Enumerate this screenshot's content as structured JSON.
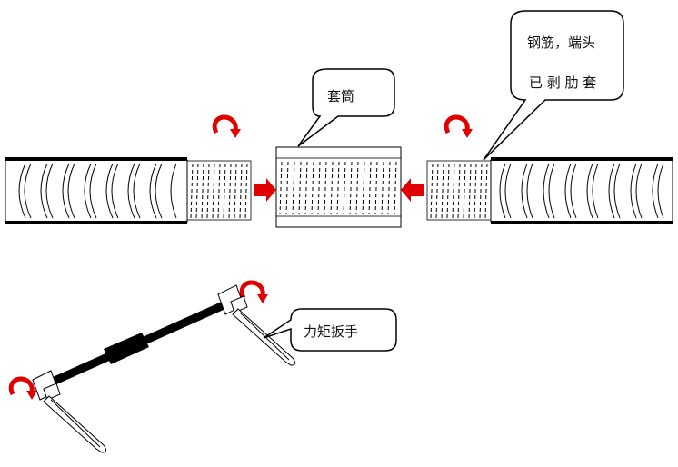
{
  "labels": {
    "sleeve": "套筒",
    "rebar_line1": "钢筋，端头",
    "rebar_line2": "已 剥 肋 套",
    "wrench": "力矩扳手"
  },
  "colors": {
    "line": "#000000",
    "arrow_fill": "#e00000",
    "background": "#ffffff"
  },
  "icons": {
    "push_arrow": "right-arrow-icon",
    "rotate_arrow": "rotate-clockwise-icon"
  }
}
